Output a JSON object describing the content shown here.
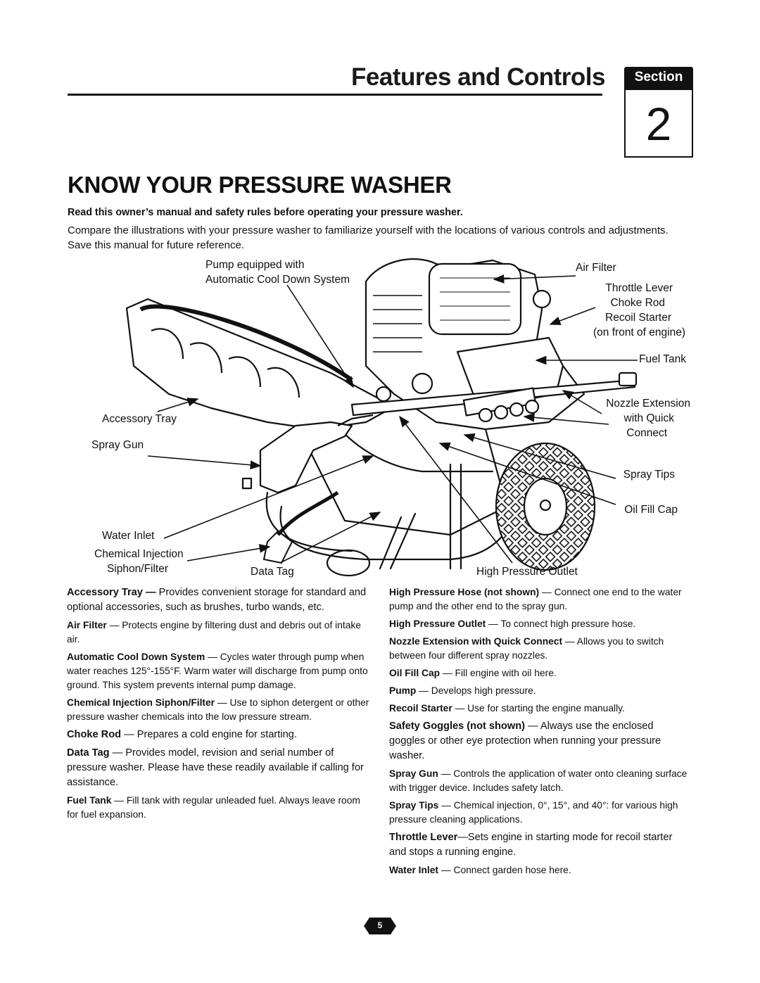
{
  "header": {
    "title": "Features and Controls",
    "section_label": "Section",
    "section_number": "2"
  },
  "heading": "KNOW YOUR PRESSURE WASHER",
  "intro": {
    "bold": "Read this owner’s manual and safety rules before operating your pressure washer.",
    "text": "Compare the illustrations with your pressure washer to familiarize yourself with the locations of various controls and adjustments. Save this manual for future reference."
  },
  "callouts": {
    "pump_line1": "Pump equipped with",
    "pump_line2": "Automatic Cool Down System",
    "air_filter": "Air Filter",
    "throttle_lever": "Throttle Lever",
    "choke_rod": "Choke Rod",
    "recoil_starter": "Recoil Starter",
    "recoil_note": "(on front of engine)",
    "fuel_tank": "Fuel Tank",
    "nozzle_line1": "Nozzle Extension",
    "nozzle_line2": "with Quick",
    "nozzle_line3": "Connect",
    "accessory_tray": "Accessory Tray",
    "spray_gun": "Spray Gun",
    "spray_tips": "Spray Tips",
    "oil_fill_cap": "Oil Fill Cap",
    "water_inlet": "Water Inlet",
    "chem_line1": "Chemical Injection",
    "chem_line2": "Siphon/Filter",
    "data_tag": "Data Tag",
    "high_pressure_outlet": "High Pressure Outlet"
  },
  "definitions_left": [
    {
      "term": "Accessory Tray —",
      "text": " Provides convenient storage for standard and optional accessories, such as brushes, turbo wands, etc."
    },
    {
      "term": "Air Filter",
      "text": " — Protects engine by filtering dust and debris out of intake air."
    },
    {
      "term": "Automatic Cool Down System",
      "text": " — Cycles water through pump when water reaches 125°-155°F. Warm water will discharge from pump onto ground. This system prevents internal pump damage."
    },
    {
      "term": "Chemical Injection Siphon/Filter",
      "text": " — Use to siphon detergent or other pressure washer chemicals into the low pressure stream."
    },
    {
      "term": "Choke Rod",
      "text": " — Prepares a cold engine for starting."
    },
    {
      "term": "Data Tag",
      "text": " — Provides model, revision and serial number of pressure washer. Please have these readily available if calling for assistance."
    },
    {
      "term": "Fuel Tank",
      "text": " — Fill tank with regular unleaded fuel. Always leave room for fuel expansion."
    }
  ],
  "definitions_right": [
    {
      "term": "High Pressure Hose (not shown)",
      "text": " — Connect one end to the water pump and the other end to the spray gun."
    },
    {
      "term": "High Pressure Outlet",
      "text": " — To connect high pressure hose."
    },
    {
      "term": "Nozzle Extension with Quick Connect",
      "text": " — Allows you to switch between four different spray nozzles."
    },
    {
      "term": "Oil Fill Cap",
      "text": " — Fill engine with oil here."
    },
    {
      "term": "Pump",
      "text": " — Develops high pressure."
    },
    {
      "term": "Recoil Starter",
      "text": " — Use for starting the engine manually."
    },
    {
      "term": "Safety Goggles (not shown)",
      "text": " — Always use the enclosed goggles or other eye protection when running your pressure washer."
    },
    {
      "term": "Spray Gun",
      "text": " — Controls the application of water onto cleaning surface with trigger device. Includes safety latch."
    },
    {
      "term": "Spray Tips",
      "text": " — Chemical injection, 0°, 15°, and 40°: for various high pressure cleaning applications."
    },
    {
      "term": "Throttle Lever",
      "text": "—Sets engine in starting mode for recoil starter and stops a running engine."
    },
    {
      "term": "Water Inlet",
      "text": " — Connect garden hose here."
    }
  ],
  "page_number": "5"
}
